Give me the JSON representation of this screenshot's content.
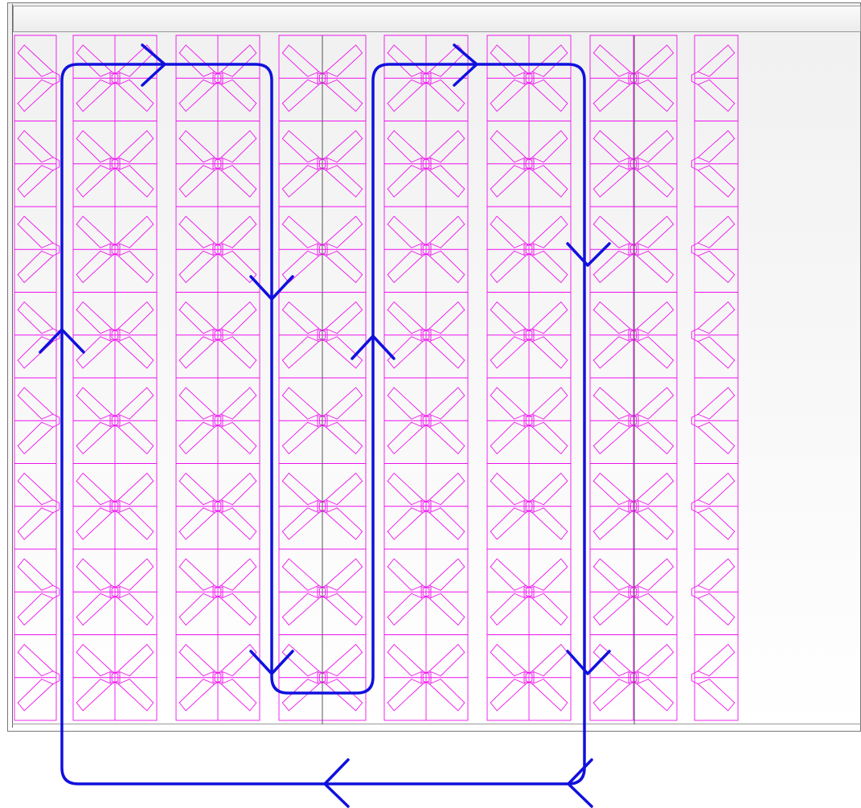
{
  "window": {
    "title": ""
  },
  "canvas": {
    "pattern_color": "#ee11ee",
    "path_color": "#1010dd",
    "pattern_name": "repeating-x-motif-tile",
    "path_name": "serpentine-travel-path",
    "arrow_direction_names": [
      "right",
      "down",
      "up",
      "left"
    ]
  }
}
